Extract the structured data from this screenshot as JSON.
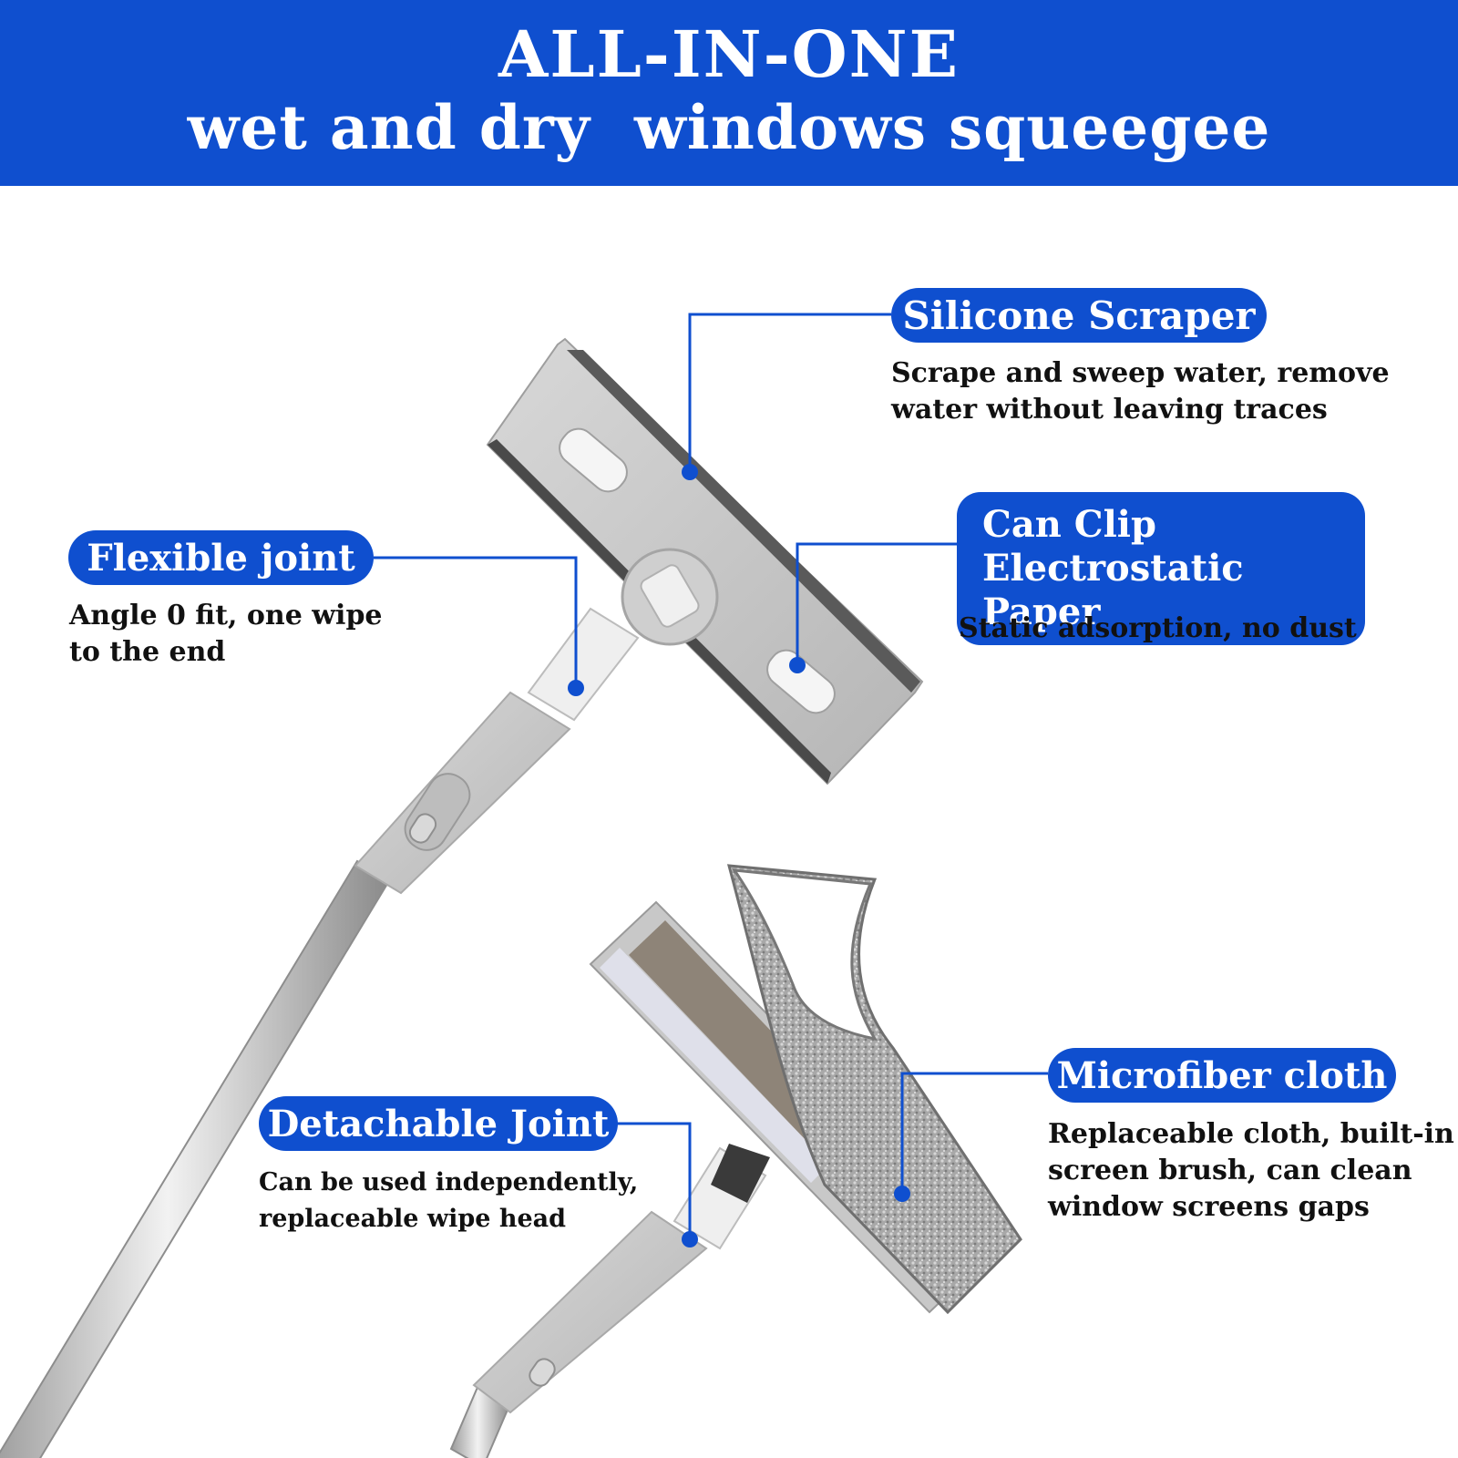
{
  "header": {
    "line1": "ALL-IN-ONE",
    "line2": "wet and dry  windows squeegee"
  },
  "colors": {
    "brand_blue": "#0f4fcf",
    "text_dark": "#111111",
    "product_gray": "#c9c9c9"
  },
  "features": {
    "silicone_scraper": {
      "title": "Silicone Scraper",
      "desc": [
        "Scrape and sweep water, remove",
        "water without leaving traces"
      ]
    },
    "can_clip": {
      "title": [
        "Can Clip",
        "Electrostatic Paper"
      ],
      "desc": [
        "Static adsorption, no dust"
      ]
    },
    "flexible_joint": {
      "title": "Flexible joint",
      "desc": [
        "Angle 0 fit, one wipe",
        "to the end"
      ]
    },
    "detachable_joint": {
      "title": "Detachable Joint",
      "desc": [
        "Can be used independently,",
        "replaceable wipe head"
      ]
    },
    "microfiber_cloth": {
      "title": "Microfiber cloth",
      "desc": [
        "Replaceable cloth, built-in",
        "screen brush, can clean",
        "window screens gaps"
      ]
    }
  }
}
